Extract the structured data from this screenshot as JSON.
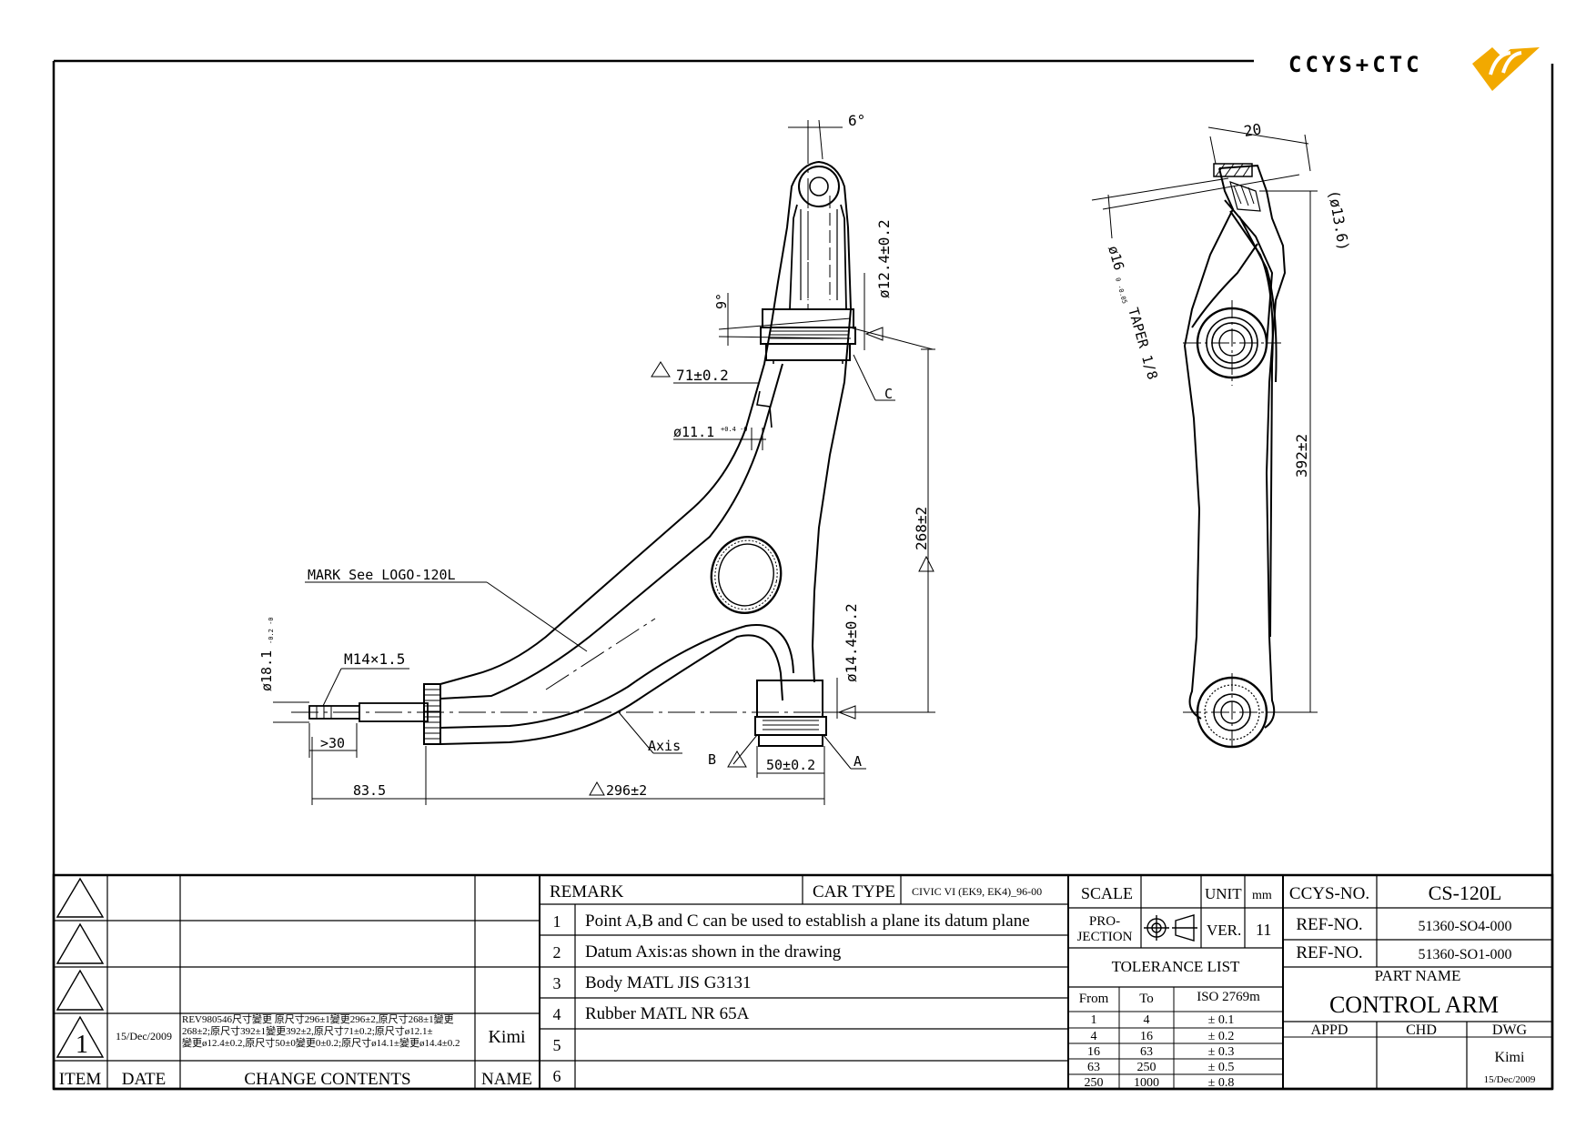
{
  "logo": {
    "text": "CCYS+CTC",
    "accent": "#f2a900",
    "gray": "#8a8a8a"
  },
  "drawing": {
    "dims": {
      "angle_top": "6°",
      "angle_mid": "9°",
      "d12": "ø12.4±0.2",
      "d71": "71±0.2",
      "d11": "ø11.1",
      "d11_tol": "+0.4 -0",
      "d268": "268±2",
      "mark": "MARK See LOGO-120L",
      "d18": "ø18.1",
      "d18_tol": "-0.2 -0",
      "m14": "M14×1.5",
      "d30": ">30",
      "d14": "ø14.4±0.2",
      "axis": "Axis",
      "b": "B",
      "d50": "50±0.2",
      "a": "A",
      "c": "C",
      "d83": "83.5",
      "d296": "296±2",
      "d20": "20",
      "d136": "(ø13.6)",
      "taper": "ø16",
      "taper_tol": "0 -0.05",
      "taper_word": "TAPER 1/8",
      "d392": "392±2"
    }
  },
  "revisions": {
    "rows": [
      {
        "item": "",
        "date": "",
        "contents": "",
        "name": ""
      },
      {
        "item": "",
        "date": "",
        "contents": "",
        "name": ""
      },
      {
        "item": "",
        "date": "",
        "contents": "",
        "name": ""
      },
      {
        "item": "1",
        "date": "15/Dec/2009",
        "contents_l1": "REV980546尺寸變更 原尺寸296±1變更296±2,原尺寸268±1變更",
        "contents_l2": "268±2;原尺寸392±1變更392±2,原尺寸71±0.2;原尺寸ø12.1±",
        "contents_l3": "變更ø12.4±0.2,原尺寸50±0變更0±0.2;原尺寸ø14.1±變更ø14.4±0.2",
        "name": "Kimi"
      }
    ],
    "header": {
      "item": "ITEM",
      "date": "DATE",
      "contents": "CHANGE CONTENTS",
      "name": "NAME"
    }
  },
  "remarks": {
    "title": "REMARK",
    "car_type_label": "CAR TYPE",
    "car_type_value": "CIVIC VI (EK9, EK4)_96-00",
    "items": [
      {
        "no": "1",
        "text": "Point A,B and C can be used to establish a plane its datum plane"
      },
      {
        "no": "2",
        "text": "Datum Axis:as shown in the drawing"
      },
      {
        "no": "3",
        "text": "Body MATL JIS G3131"
      },
      {
        "no": "4",
        "text": "Rubber MATL NR 65A"
      },
      {
        "no": "5",
        "text": ""
      },
      {
        "no": "6",
        "text": ""
      }
    ]
  },
  "info": {
    "scale_label": "SCALE",
    "unit_label": "UNIT",
    "unit_value": "mm",
    "projection_l1": "PRO-",
    "projection_l2": "JECTION",
    "ver_label": "VER.",
    "ver_value": "11",
    "tolerance_title": "TOLERANCE LIST",
    "tol_header": {
      "from": "From",
      "to": "To",
      "iso": "ISO 2769m"
    },
    "tol_rows": [
      {
        "from": "1",
        "to": "4",
        "tol": "± 0.1"
      },
      {
        "from": "4",
        "to": "16",
        "tol": "± 0.2"
      },
      {
        "from": "16",
        "to": "63",
        "tol": "± 0.3"
      },
      {
        "from": "63",
        "to": "250",
        "tol": "± 0.5"
      },
      {
        "from": "250",
        "to": "1000",
        "tol": "± 0.8"
      }
    ]
  },
  "title_block": {
    "ccys_no_label": "CCYS-NO.",
    "ccys_no_value": "CS-120L",
    "ref1_label": "REF-NO.",
    "ref1_value": "51360-SO4-000",
    "ref2_label": "REF-NO.",
    "ref2_value": "51360-SO1-000",
    "part_name_label": "PART NAME",
    "part_name_value": "CONTROL ARM",
    "appd": "APPD",
    "chd": "CHD",
    "dwg": "DWG",
    "dwg_name": "Kimi",
    "dwg_date": "15/Dec/2009"
  }
}
